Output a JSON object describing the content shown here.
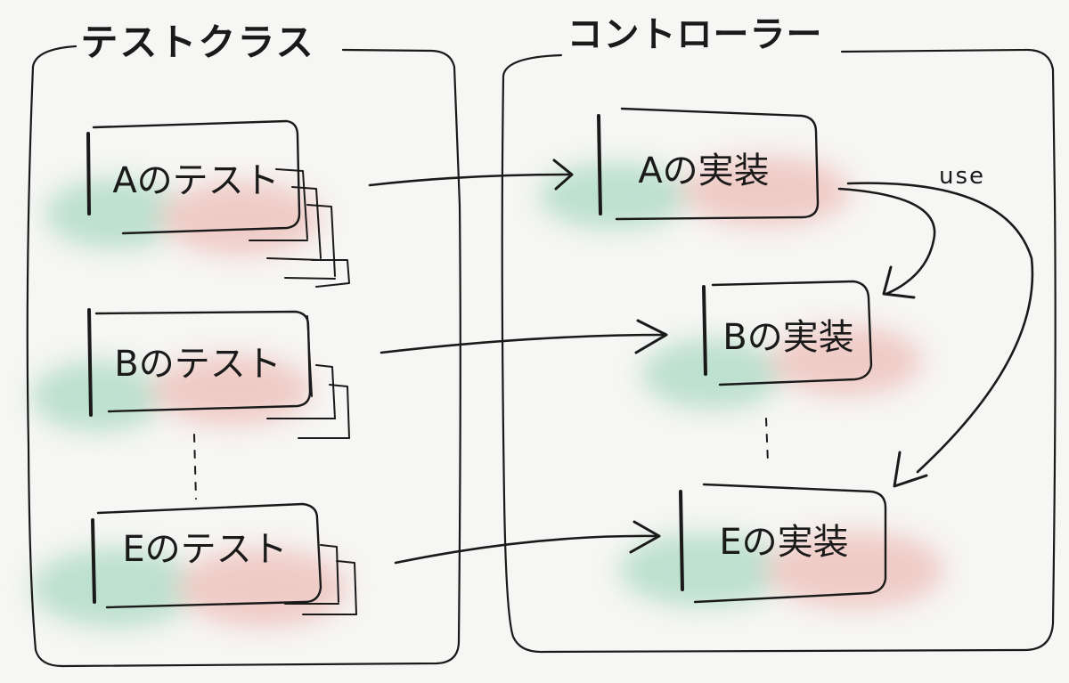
{
  "diagram": {
    "groups": {
      "test_class": {
        "title": "テストクラス"
      },
      "controller": {
        "title": "コントローラー"
      }
    },
    "tests": {
      "a": {
        "label": "Aのテスト"
      },
      "b": {
        "label": "Bのテスト"
      },
      "e": {
        "label": "Eのテスト"
      }
    },
    "implementations": {
      "a": {
        "label": "Aの実装"
      },
      "b": {
        "label": "Bの実装"
      },
      "e": {
        "label": "Eの実装"
      }
    },
    "relations": {
      "use_label": "use"
    },
    "colors": {
      "green_wash": "#8fcfb1",
      "red_wash": "#eaa9a2",
      "ink": "#1a1a1a",
      "paper": "#f6f6f4"
    }
  }
}
